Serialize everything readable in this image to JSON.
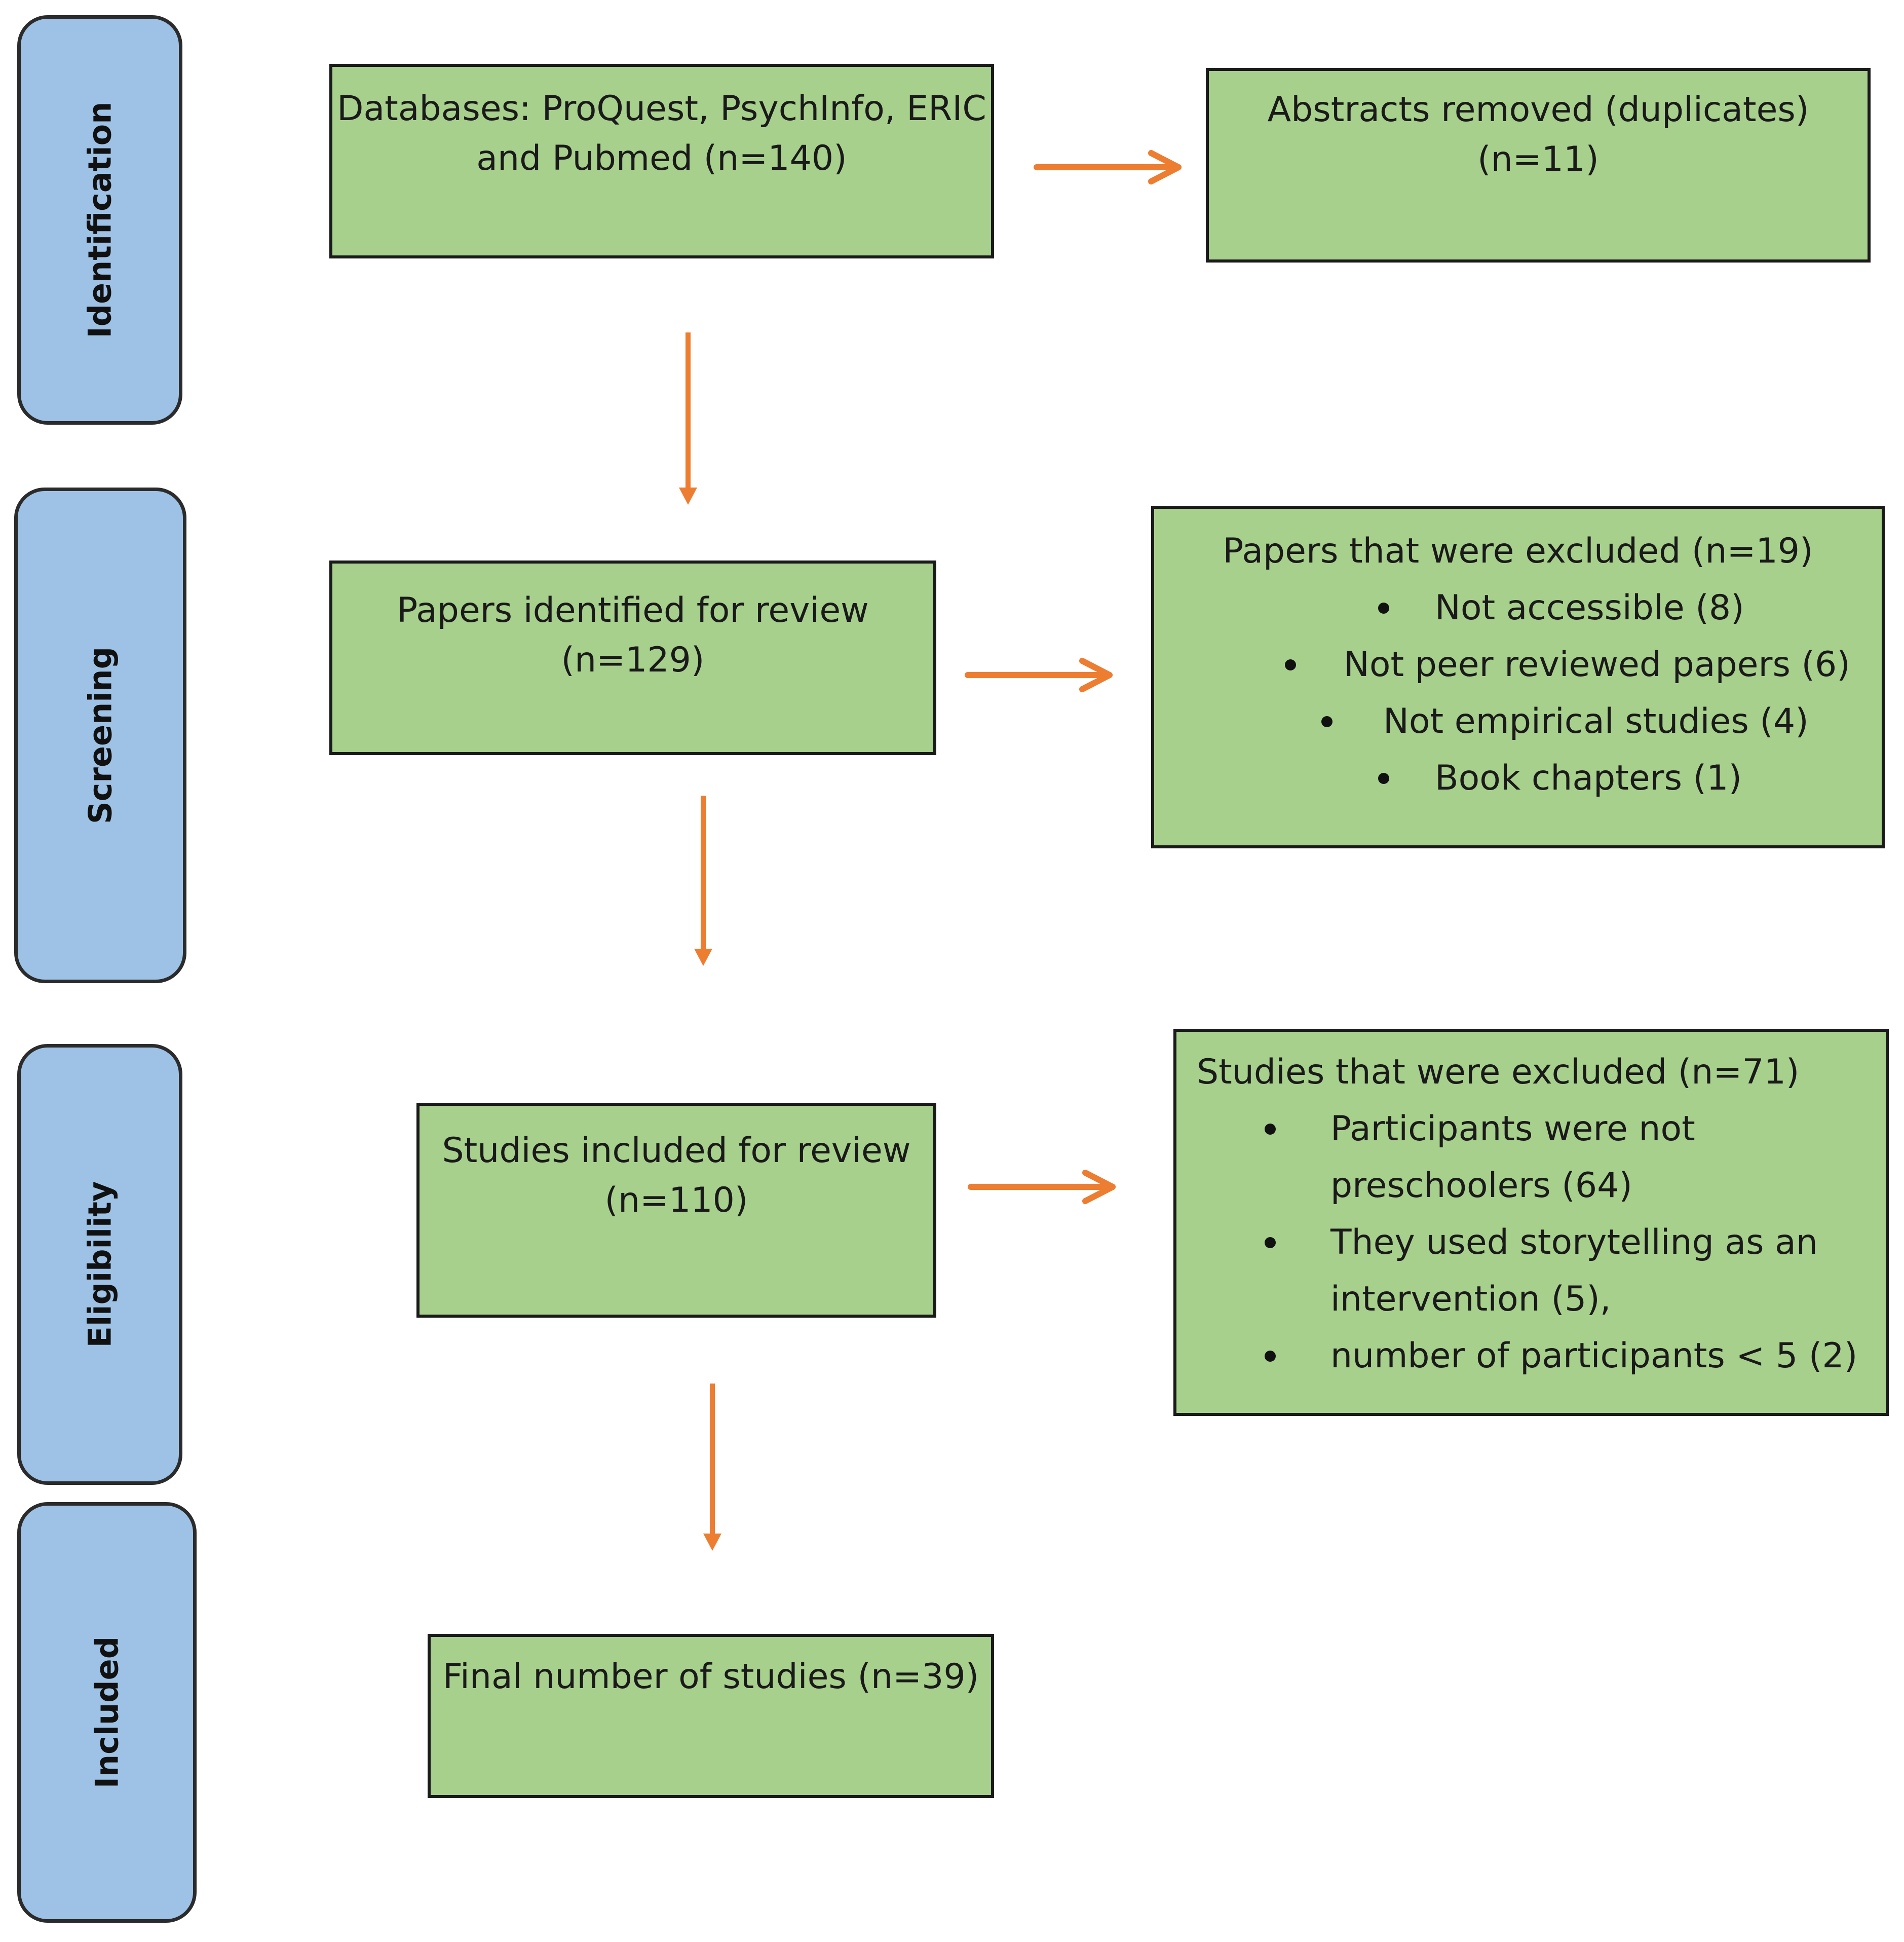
{
  "stages": {
    "identification": "Identification",
    "screening": "Screening",
    "eligibility": "Eligibility",
    "included": "Included"
  },
  "boxes": {
    "databases": {
      "line1": "Databases: ProQuest, PsychInfo, ERIC",
      "line2": "and Pubmed (n=140)"
    },
    "duplicates": {
      "line1": "Abstracts removed (duplicates)",
      "line2": "(n=11)"
    },
    "papers_identified": {
      "line1": "Papers identified for review",
      "line2": "(n=129)"
    },
    "papers_excluded": {
      "title": "Papers that were excluded (n=19)",
      "items": [
        "Not accessible (8)",
        "Not peer reviewed papers (6)",
        "Not empirical studies (4)",
        "Book chapters (1)"
      ]
    },
    "studies_included": {
      "line1": "Studies included for review",
      "line2": "(n=110)"
    },
    "studies_excluded": {
      "title": "Studies that were excluded (n=71)",
      "item1_line1": "Participants were not",
      "item1_line2": "preschoolers (64)",
      "item2_line1": "They used storytelling as an",
      "item2_line2": "intervention (5),",
      "item3": "number of participants < 5 (2)"
    },
    "final": {
      "line1": "Final number of studies (n=39)"
    }
  },
  "colors": {
    "stage_fill": "#9ec2e6",
    "box_fill": "#a8d08d",
    "arrow": "#ed7d31"
  }
}
